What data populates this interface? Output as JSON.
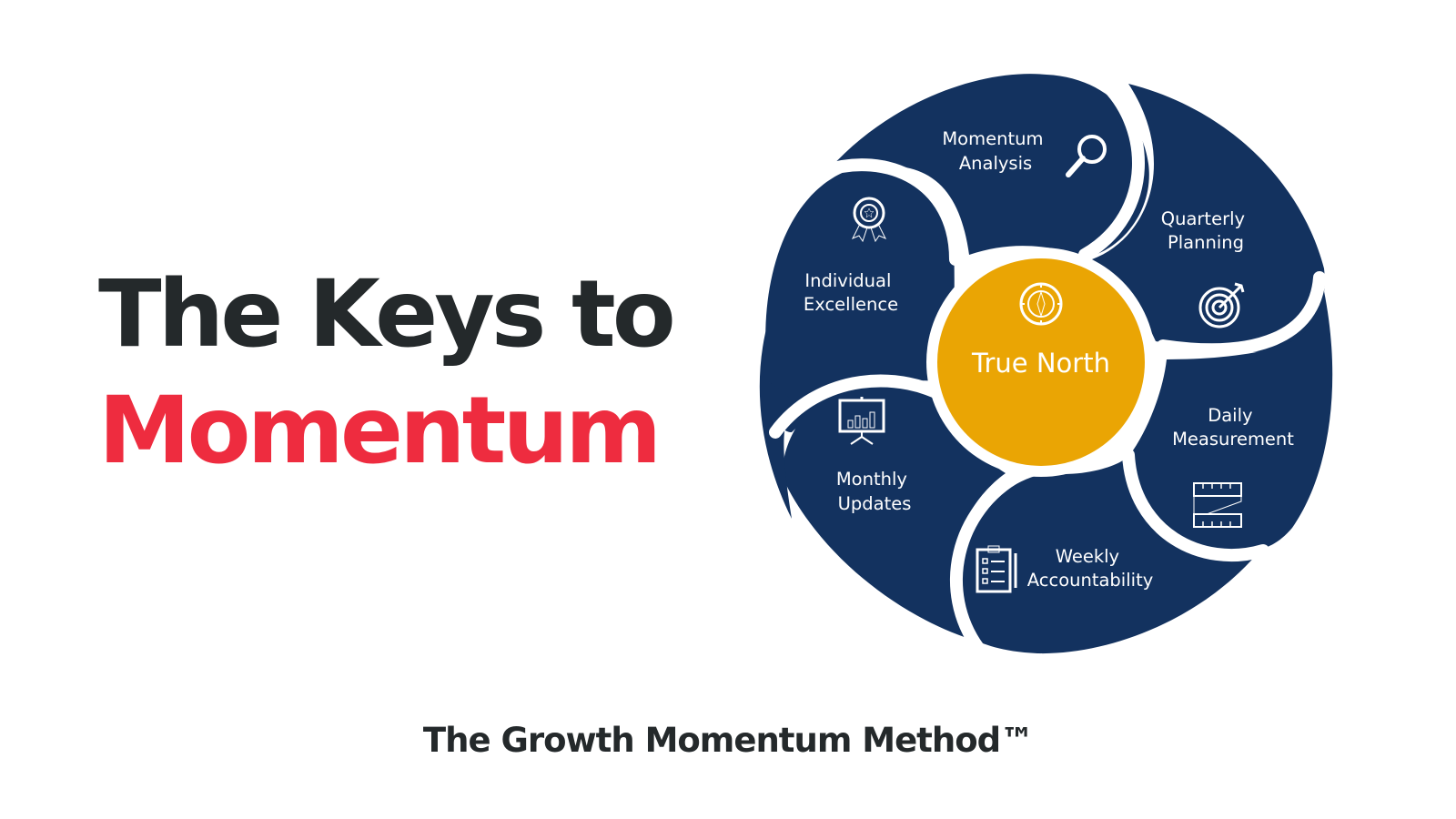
{
  "title": {
    "line1": "The Keys to",
    "line2": "Momentum"
  },
  "center": {
    "label": "True North",
    "icon": "compass-icon"
  },
  "segments": [
    {
      "key": "momentum_analysis",
      "label_lines": [
        "Momentum",
        "Analysis"
      ],
      "icon": "magnifying-glass-icon"
    },
    {
      "key": "quarterly_planning",
      "label_lines": [
        "Quarterly",
        "Planning"
      ],
      "icon": "target-icon"
    },
    {
      "key": "daily_measurement",
      "label_lines": [
        "Daily",
        "Measurement"
      ],
      "icon": "ruler-icon"
    },
    {
      "key": "weekly_accountability",
      "label_lines": [
        "Weekly",
        "Accountability"
      ],
      "icon": "clipboard-checklist-icon"
    },
    {
      "key": "monthly_updates",
      "label_lines": [
        "Monthly",
        "Updates"
      ],
      "icon": "presentation-chart-icon"
    },
    {
      "key": "individual_excellence",
      "label_lines": [
        "Individual",
        "Excellence"
      ],
      "icon": "award-ribbon-icon"
    }
  ],
  "footer": "The Growth Momentum Method™",
  "colors": {
    "navy": "#13325f",
    "gold": "#eaa504",
    "red": "#ee2c3f",
    "dark_text": "#24292b"
  }
}
